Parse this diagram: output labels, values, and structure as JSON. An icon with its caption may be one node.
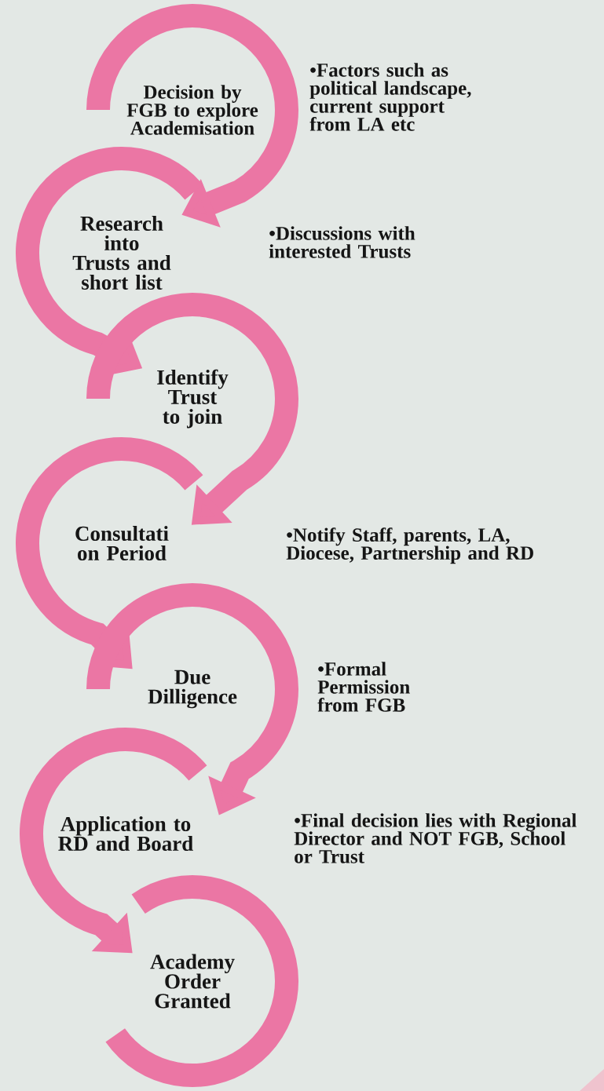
{
  "diagram": {
    "nodes": [
      {
        "text": [
          "Decision by FGB to explore Academisation"
        ]
      },
      {
        "text": [
          "Research into Trusts and short list"
        ]
      },
      {
        "text": [
          "Identify Trust to join"
        ]
      },
      {
        "text": [
          "Consultati on Period"
        ]
      },
      {
        "text": [
          "Due Dilligence"
        ]
      },
      {
        "text": [
          "Application to RD and Board"
        ]
      },
      {
        "text": [
          "Academy Order Granted"
        ]
      }
    ],
    "edges": [
      {
        "from": 0,
        "to": 1,
        "arrow": "to"
      },
      {
        "from": 1,
        "to": 2,
        "arrow": "to"
      },
      {
        "from": 2,
        "to": 3,
        "arrow": "to"
      },
      {
        "from": 3,
        "to": 4,
        "arrow": "to"
      },
      {
        "from": 4,
        "to": 5,
        "arrow": "to"
      },
      {
        "from": 5,
        "to": 6,
        "arrow": "to"
      }
    ],
    "labels": [
      "•Factors such as political landscape, current support from LA etc",
      "•Discussions with interested Trusts",
      "•Notify Staff, parents, LA, Diocese, Partnership and RD",
      "•Formal Permission from FGB",
      "•Final decision lies with Regional Director and NOT FGB, School or Trust"
    ]
  }
}
